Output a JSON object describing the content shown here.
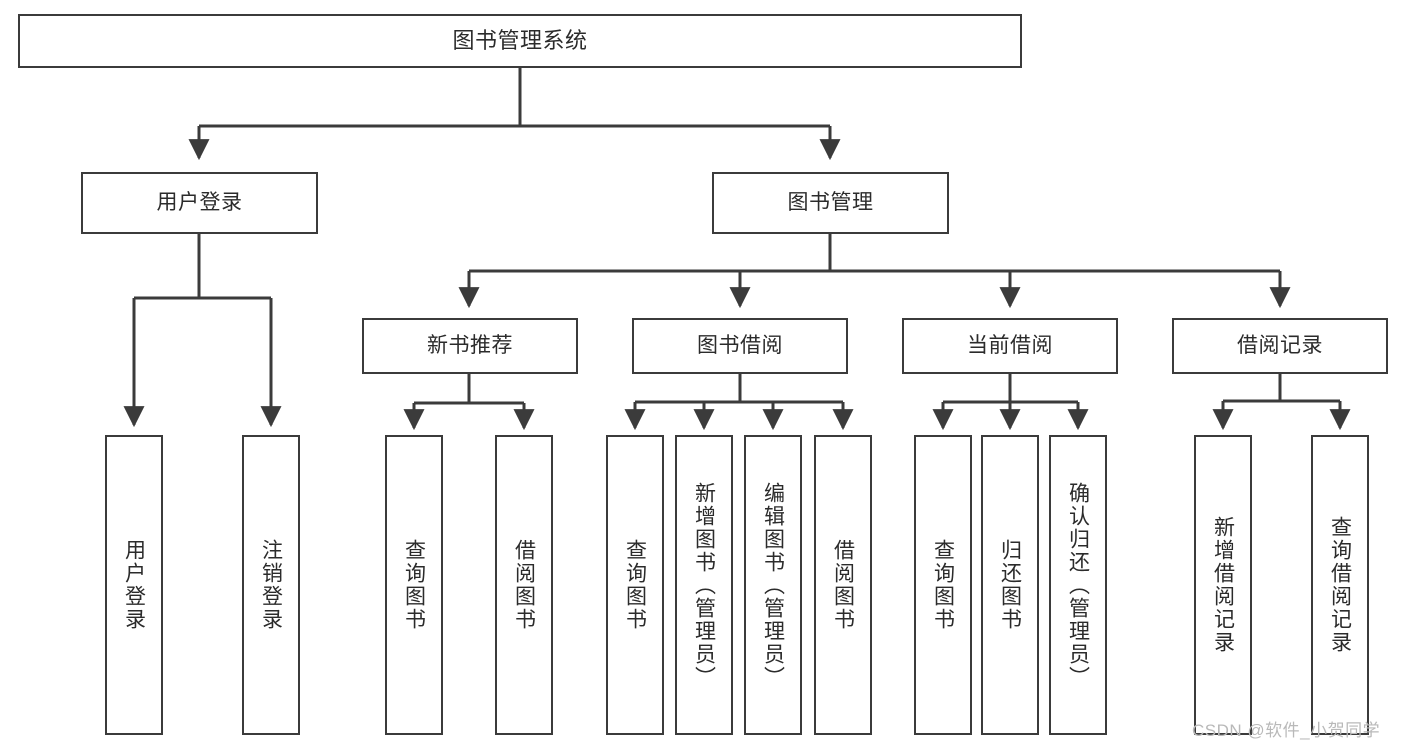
{
  "diagram": {
    "type": "tree-hierarchy-diagram",
    "title": "图书管理系统",
    "levels": 4,
    "root": {
      "id": "root",
      "label": "图书管理系统",
      "orientation": "horizontal"
    },
    "level1": [
      {
        "id": "user-login",
        "label": "用户登录",
        "orientation": "horizontal"
      },
      {
        "id": "book-management",
        "label": "图书管理",
        "orientation": "horizontal"
      }
    ],
    "level2": [
      {
        "id": "new-book-recommend",
        "label": "新书推荐",
        "parent": "book-management",
        "orientation": "horizontal"
      },
      {
        "id": "book-borrow",
        "label": "图书借阅",
        "parent": "book-management",
        "orientation": "horizontal"
      },
      {
        "id": "current-borrow",
        "label": "当前借阅",
        "parent": "book-management",
        "orientation": "horizontal"
      },
      {
        "id": "borrow-record",
        "label": "借阅记录",
        "parent": "book-management",
        "orientation": "horizontal"
      }
    ],
    "leaves": [
      {
        "id": "leaf-user-login",
        "label": "用户登录",
        "parent": "user-login",
        "orientation": "vertical"
      },
      {
        "id": "leaf-logout",
        "label": "注销登录",
        "parent": "user-login",
        "orientation": "vertical"
      },
      {
        "id": "leaf-query-book-1",
        "label": "查询图书",
        "parent": "new-book-recommend",
        "orientation": "vertical"
      },
      {
        "id": "leaf-borrow-book-1",
        "label": "借阅图书",
        "parent": "new-book-recommend",
        "orientation": "vertical"
      },
      {
        "id": "leaf-query-book-2",
        "label": "查询图书",
        "parent": "book-borrow",
        "orientation": "vertical"
      },
      {
        "id": "leaf-add-book",
        "label": "新增图书（管理员）",
        "parent": "book-borrow",
        "orientation": "vertical"
      },
      {
        "id": "leaf-edit-book",
        "label": "编辑图书（管理员）",
        "parent": "book-borrow",
        "orientation": "vertical"
      },
      {
        "id": "leaf-borrow-book-2",
        "label": "借阅图书",
        "parent": "book-borrow",
        "orientation": "vertical"
      },
      {
        "id": "leaf-query-book-3",
        "label": "查询图书",
        "parent": "current-borrow",
        "orientation": "vertical"
      },
      {
        "id": "leaf-return-book",
        "label": "归还图书",
        "parent": "current-borrow",
        "orientation": "vertical"
      },
      {
        "id": "leaf-confirm-return",
        "label": "确认归还（管理员）",
        "parent": "current-borrow",
        "orientation": "vertical"
      },
      {
        "id": "leaf-add-record",
        "label": "新增借阅记录",
        "parent": "borrow-record",
        "orientation": "vertical"
      },
      {
        "id": "leaf-query-record",
        "label": "查询借阅记录",
        "parent": "borrow-record",
        "orientation": "vertical"
      }
    ]
  },
  "watermark": {
    "text": "CSDN @软件_小贺同学"
  },
  "colors": {
    "stroke": "#3b3b3b",
    "fill": "#ffffff",
    "text": "#2b2b2b",
    "watermark": "#b9b9b9"
  }
}
